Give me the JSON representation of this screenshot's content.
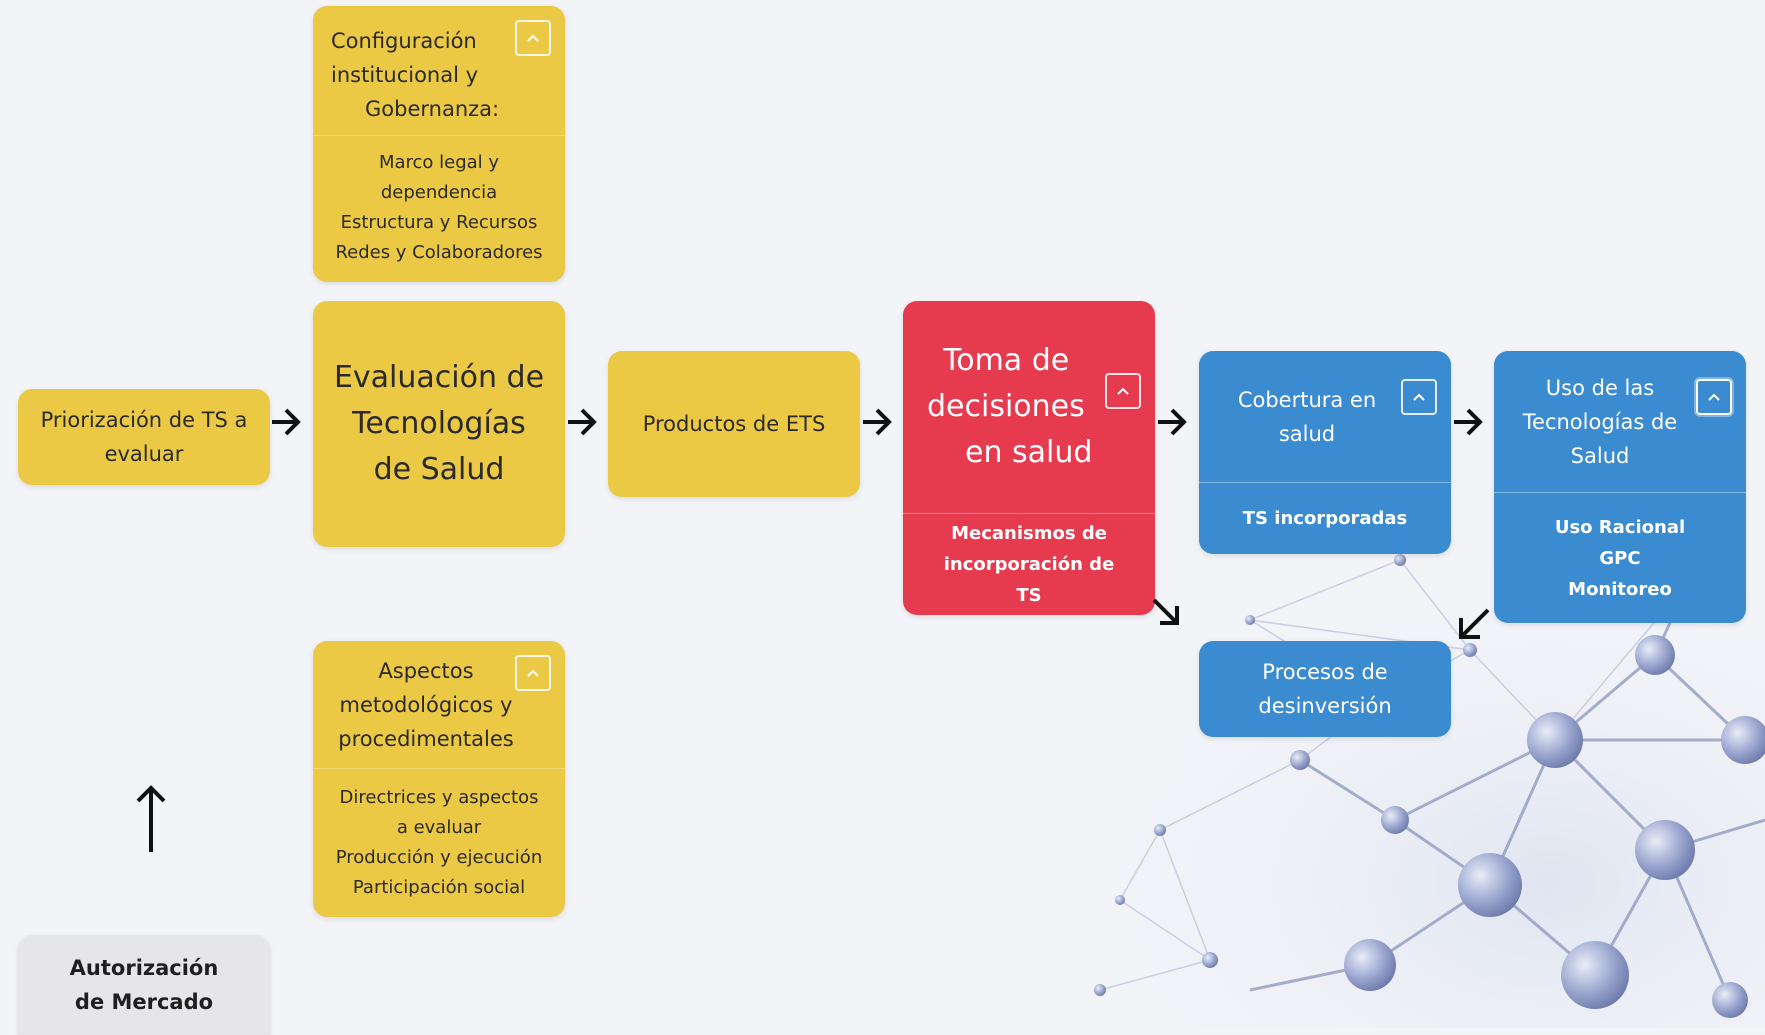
{
  "colors": {
    "yellow": "#ecc945",
    "red": "#e63b4f",
    "blue": "#3b8bd0",
    "grey": "#e6e6ea"
  },
  "cards": {
    "priorizacion": {
      "title": "Priorización de TS a evaluar"
    },
    "config": {
      "title_lines": [
        "Configuración",
        "institucional y",
        "Gobernanza:"
      ],
      "items": [
        "Marco legal y dependencia",
        "Estructura y Recursos",
        "Redes y Colaboradores"
      ],
      "toggle_icon": "chevron-up-icon"
    },
    "evaluacion": {
      "title": "Evaluación de Tecnologías de Salud"
    },
    "productos": {
      "title": "Productos de ETS"
    },
    "toma": {
      "title_lines": [
        "Toma de",
        "decisiones",
        "en salud"
      ],
      "items": [
        "Mecanismos de incorporación de TS"
      ],
      "toggle_icon": "chevron-up-icon"
    },
    "cobertura": {
      "title": "Cobertura en salud",
      "items": [
        "TS incorporadas"
      ],
      "toggle_icon": "chevron-up-icon"
    },
    "uso": {
      "title": "Uso de las Tecnologías de Salud",
      "items": [
        "Uso Racional",
        "GPC",
        "Monitoreo"
      ],
      "toggle_icon": "chevron-up-icon"
    },
    "procesos": {
      "title": "Procesos de desinversión"
    },
    "aspectos": {
      "title": "Aspectos metodológicos y procedimentales",
      "items": [
        "Directrices y aspectos a evaluar",
        "Producción y ejecución",
        "Participación social"
      ],
      "toggle_icon": "chevron-up-icon"
    },
    "autorizacion": {
      "title": "Autorización de Mercado"
    }
  },
  "arrows": [
    "arrow-right-icon",
    "arrow-right-icon",
    "arrow-right-icon",
    "arrow-right-icon",
    "arrow-right-icon",
    "arrow-down-right-icon",
    "arrow-down-left-icon",
    "arrow-up-icon"
  ]
}
